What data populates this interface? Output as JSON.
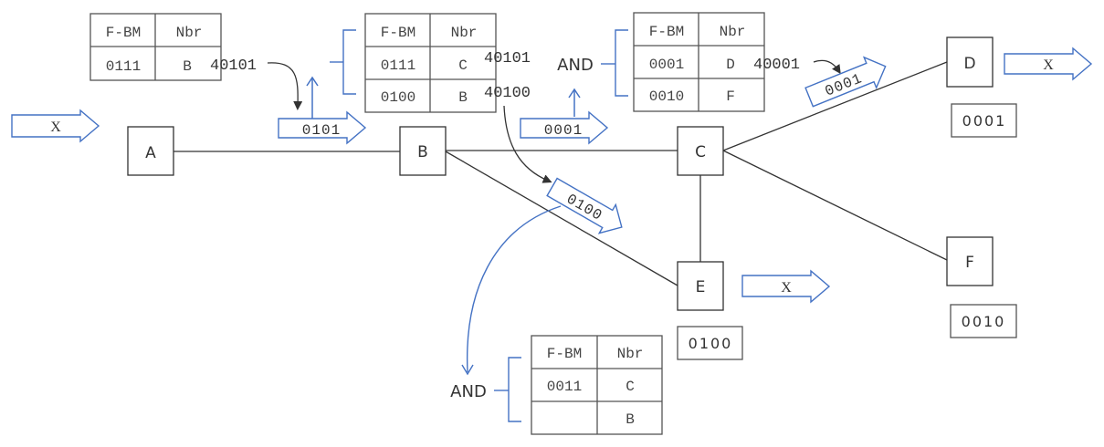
{
  "colors": {
    "line": "#333333",
    "blue": "#4472c4",
    "box": "#555555",
    "text": "#333333"
  },
  "nodes": [
    {
      "id": "A",
      "label": "A"
    },
    {
      "id": "B",
      "label": "B"
    },
    {
      "id": "C",
      "label": "C"
    },
    {
      "id": "D",
      "label": "D"
    },
    {
      "id": "E",
      "label": "E"
    },
    {
      "id": "F",
      "label": "F"
    }
  ],
  "edges": [
    {
      "from": "A",
      "to": "B"
    },
    {
      "from": "B",
      "to": "C"
    },
    {
      "from": "B",
      "to": "E"
    },
    {
      "from": "C",
      "to": "D"
    },
    {
      "from": "C",
      "to": "E"
    },
    {
      "from": "C",
      "to": "F"
    }
  ],
  "node_bitmaps": {
    "D": "0001",
    "E": "0100",
    "F": "0010"
  },
  "tables": {
    "table_a": {
      "headers": [
        "F-BM",
        "Nbr"
      ],
      "rows": [
        [
          "0111",
          "B"
        ]
      ]
    },
    "table_b": {
      "headers": [
        "F-BM",
        "Nbr"
      ],
      "rows": [
        [
          "0111",
          "C"
        ],
        [
          "0100",
          "B"
        ]
      ]
    },
    "table_c": {
      "headers": [
        "F-BM",
        "Nbr"
      ],
      "rows": [
        [
          "0001",
          "D"
        ],
        [
          "0010",
          "F"
        ]
      ]
    },
    "table_e": {
      "headers": [
        "F-BM",
        "Nbr"
      ],
      "rows": [
        [
          "0011",
          "C"
        ],
        [
          "",
          "B"
        ]
      ]
    }
  },
  "and_label": "AND",
  "and_results": {
    "table_a": "40101",
    "table_b_row1": "40101",
    "table_b_row2": "40100",
    "table_c": "40001"
  },
  "packets": {
    "x_in": "X",
    "p_ab": "0101",
    "p_bc": "0001",
    "p_be": "0100",
    "p_cd": "0001",
    "x_out_d": "X",
    "x_out_e": "X"
  }
}
